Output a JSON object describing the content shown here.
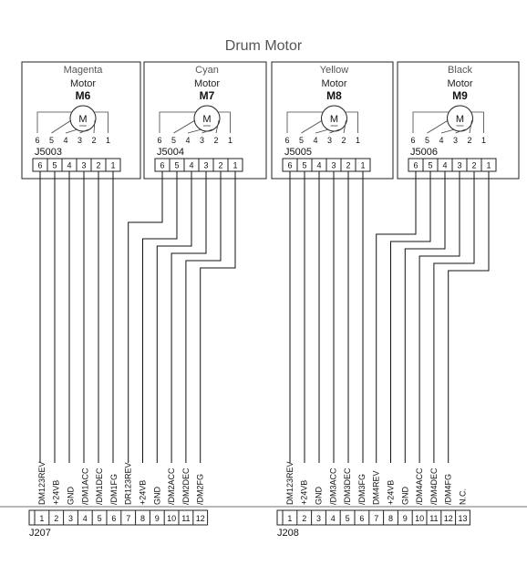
{
  "title": "Drum Motor",
  "motors": [
    {
      "color": "Magenta",
      "word": "Motor",
      "id": "M6",
      "connector": "J5003",
      "pins": [
        "6",
        "5",
        "4",
        "3",
        "2",
        "1"
      ]
    },
    {
      "color": "Cyan",
      "word": "Motor",
      "id": "M7",
      "connector": "J5004",
      "pins": [
        "6",
        "5",
        "4",
        "3",
        "2",
        "1"
      ]
    },
    {
      "color": "Yellow",
      "word": "Motor",
      "id": "M8",
      "connector": "J5005",
      "pins": [
        "6",
        "5",
        "4",
        "3",
        "2",
        "1"
      ]
    },
    {
      "color": "Black",
      "word": "Motor",
      "id": "M9",
      "connector": "J5006",
      "pins": [
        "6",
        "5",
        "4",
        "3",
        "2",
        "1"
      ]
    }
  ],
  "motor_symbol": "M",
  "connectors": [
    {
      "name": "J207",
      "pins": [
        "1",
        "2",
        "3",
        "4",
        "5",
        "6",
        "7",
        "8",
        "9",
        "10",
        "11",
        "12"
      ],
      "signals": [
        "DM123REV",
        "+24VB",
        "GND",
        "/DM1ACC",
        "/DM1DEC",
        "/DM1FG",
        "DR123REV",
        "+24VB",
        "GND",
        "/DM2ACC",
        "/DM2DEC",
        "/DM2FG"
      ]
    },
    {
      "name": "J208",
      "pins": [
        "1",
        "2",
        "3",
        "4",
        "5",
        "6",
        "7",
        "8",
        "9",
        "10",
        "11",
        "12",
        "13"
      ],
      "signals": [
        "DM123REV",
        "+24VB",
        "GND",
        "/DM3ACC",
        "/DM3DEC",
        "/DM3FG",
        "DM4REV",
        "+24VB",
        "GND",
        "/DM4ACC",
        "/DM4DEC",
        "/DM4FG",
        "N.C."
      ]
    }
  ]
}
